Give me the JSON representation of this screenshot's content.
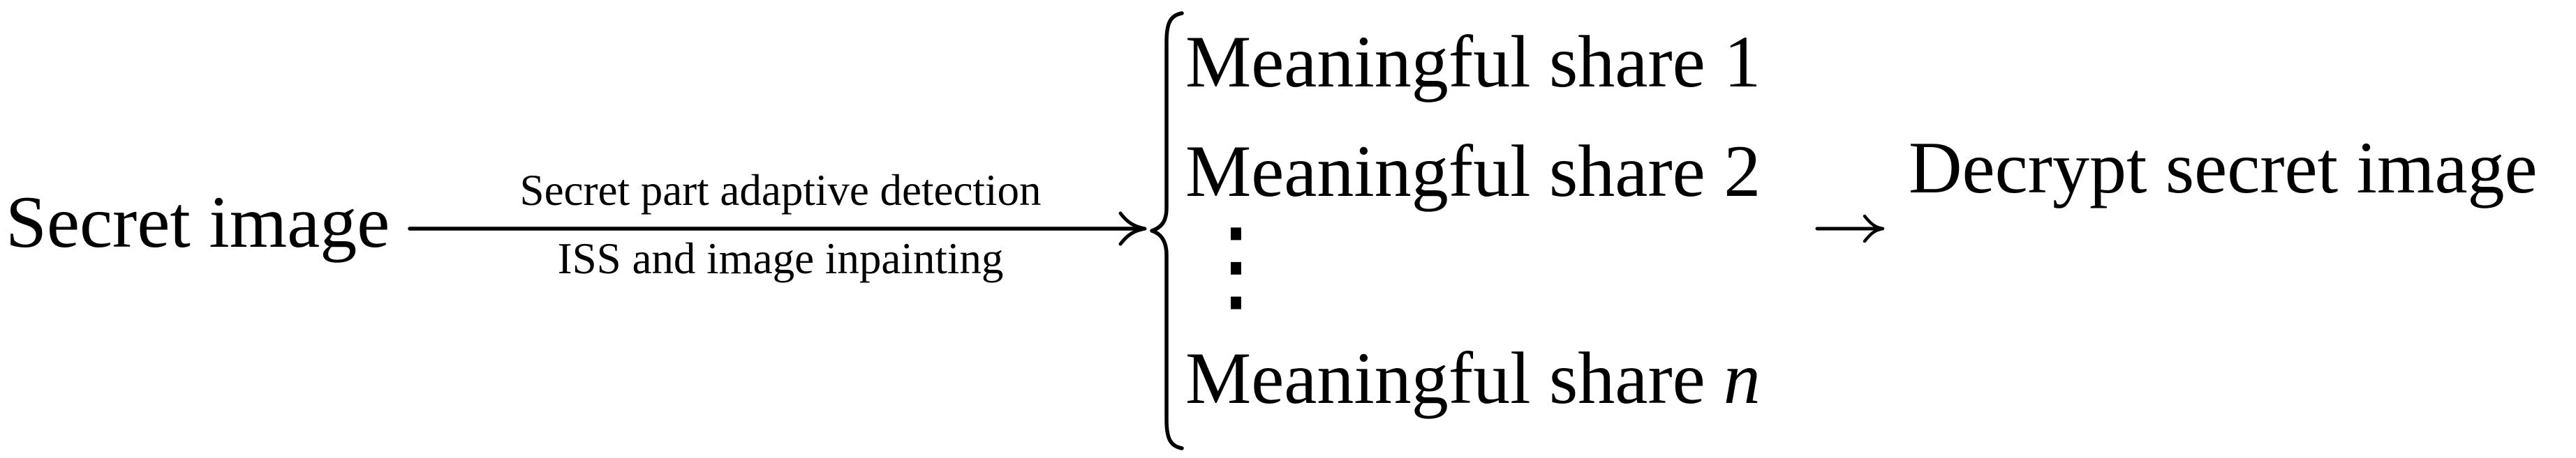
{
  "diagram": {
    "input_label": "Secret image",
    "process_arrow": {
      "label_above": "Secret part adaptive detection",
      "label_below": "ISS and image inpainting"
    },
    "brace_group": {
      "shares": [
        "Meaningful share 1",
        "Meaningful share 2"
      ],
      "vertical_ellipsis": "⋮",
      "last_share_prefix": "Meaningful share",
      "last_share_variable": "n"
    },
    "output_label": "Decrypt secret image",
    "icons": {
      "process_arrow_icon": "⟶",
      "left_brace_icon": "{",
      "result_arrow_icon": "→"
    },
    "colors": {
      "ink": "#000000",
      "background": "#ffffff"
    }
  }
}
